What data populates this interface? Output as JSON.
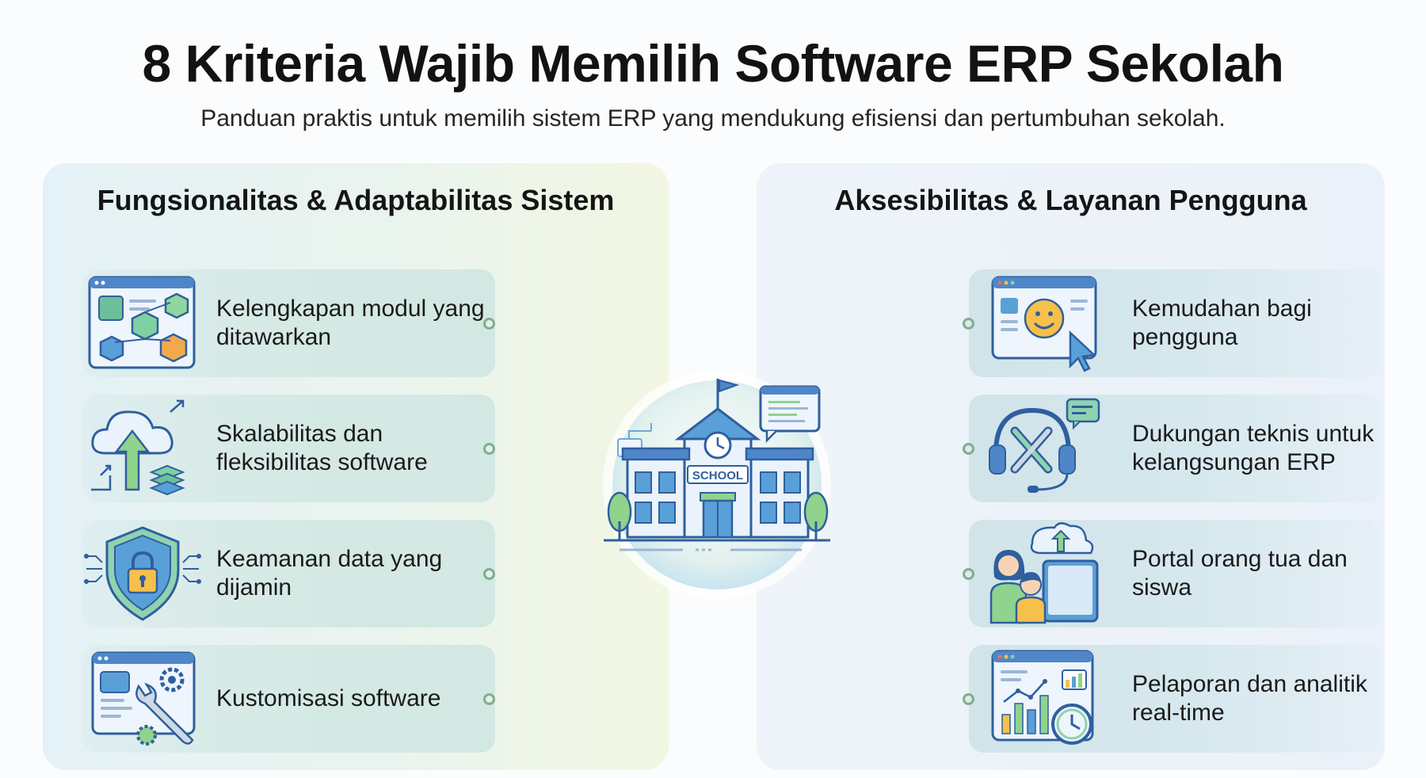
{
  "header": {
    "title": "8 Kriteria Wajib Memilih Software ERP Sekolah",
    "subtitle": "Panduan praktis untuk memilih sistem ERP yang mendukung efisiensi dan pertumbuhan sekolah."
  },
  "left_panel": {
    "title": "Fungsionalitas & Adaptabilitas Sistem",
    "items": [
      {
        "label": "Kelengkapan modul yang ditawarkan",
        "icon": "module-cubes-icon"
      },
      {
        "label": "Skalabilitas dan fleksibilitas software",
        "icon": "cloud-growth-icon"
      },
      {
        "label": "Keamanan data yang dijamin",
        "icon": "shield-lock-icon"
      },
      {
        "label": "Kustomisasi software",
        "icon": "wrench-settings-icon"
      }
    ]
  },
  "right_panel": {
    "title": "Aksesibilitas & Layanan Pengguna",
    "items": [
      {
        "label": "Kemudahan bagi pengguna",
        "icon": "smiley-window-icon"
      },
      {
        "label": "Dukungan teknis untuk kelangsungan ERP",
        "icon": "headset-tools-icon"
      },
      {
        "label": "Portal orang tua dan siswa",
        "icon": "parent-student-icon"
      },
      {
        "label": "Pelaporan dan analitik real-time",
        "icon": "analytics-clock-icon"
      }
    ]
  },
  "center": {
    "building_sign": "SCHOOL",
    "icon": "school-building-icon"
  },
  "colors": {
    "accent_blue": "#3b78c4",
    "accent_green": "#7fae8e",
    "accent_orange": "#f0a23c"
  }
}
